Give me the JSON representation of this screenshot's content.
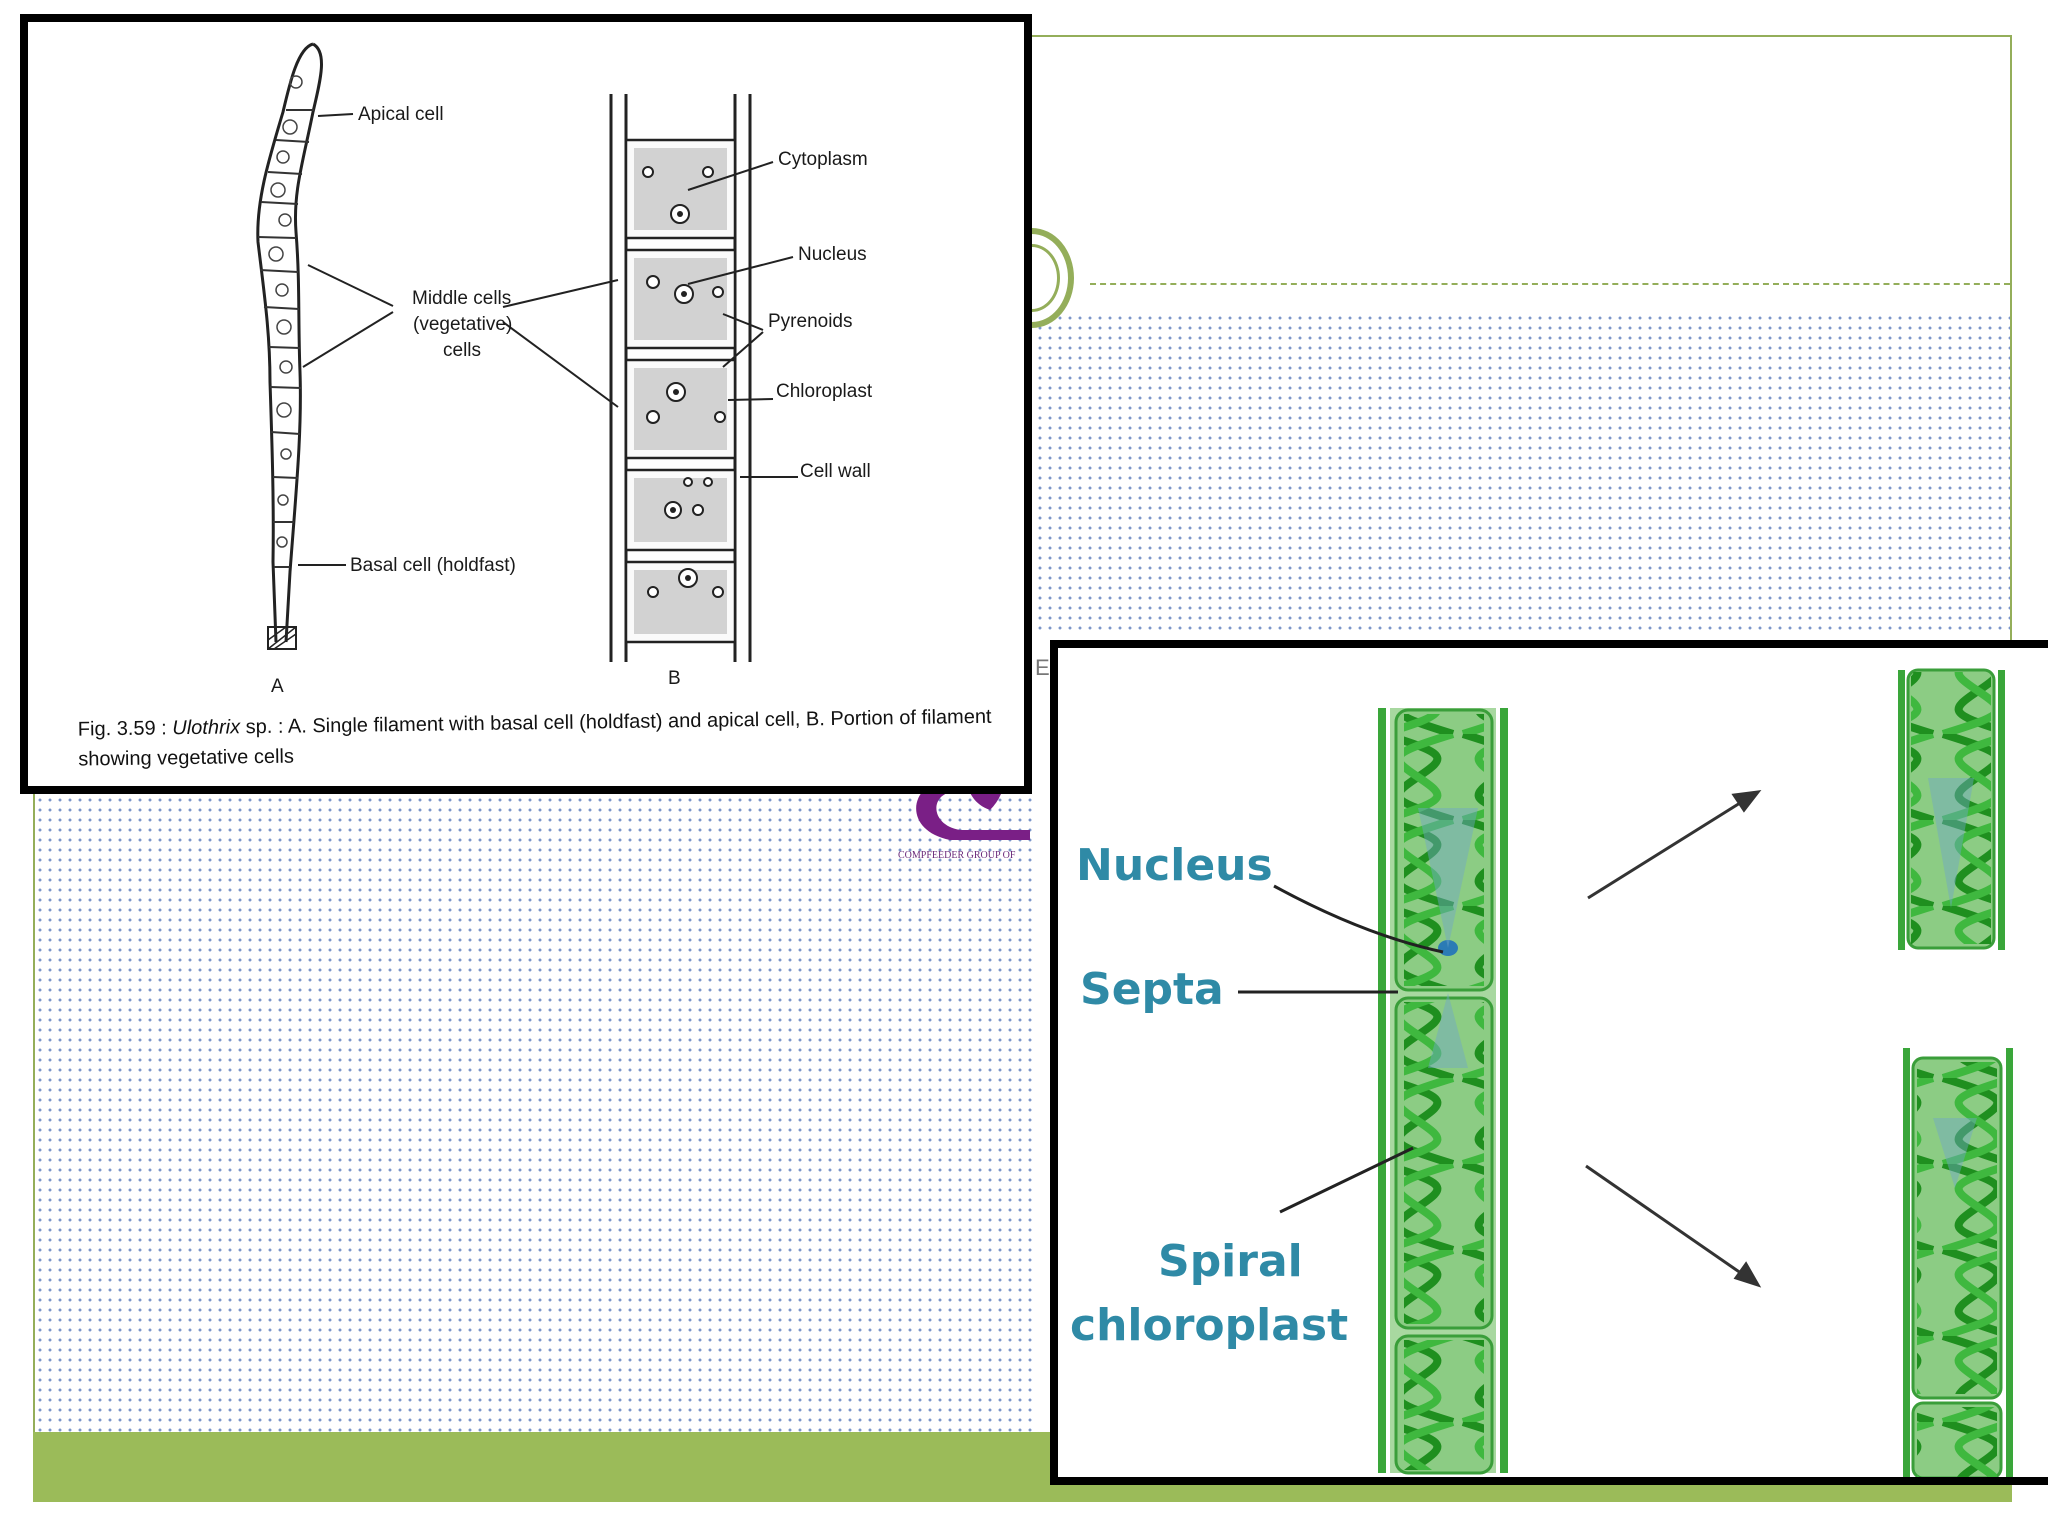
{
  "figure1": {
    "labels": {
      "apical": "Apical cell",
      "middle1": "Middle cells",
      "middle2": "(vegetative)",
      "middle3": "cells",
      "basal": "Basal cell (holdfast)",
      "cytoplasm": "Cytoplasm",
      "nucleus": "Nucleus",
      "pyrenoids": "Pyrenoids",
      "chloroplast": "Chloroplast",
      "cellwall": "Cell wall",
      "partA": "A",
      "partB": "B"
    },
    "caption": {
      "fig_no": "Fig. 3.59 :",
      "genus": "Ulothrix",
      "text": "sp. : A. Single filament with basal cell (holdfast) and apical cell, B. Portion of filament showing vegetative cells"
    }
  },
  "figure2": {
    "labels": {
      "nucleus": "Nucleus",
      "septa": "Septa",
      "spiral": "Spiral",
      "chloroplast": "chloroplast"
    }
  },
  "slide": {
    "footer_text": "COMPFEEDER GROUP OF",
    "edge_fragment": "Ec"
  },
  "colors": {
    "accent_green": "#9bbb59",
    "label_blue": "#2f8aa6",
    "chloroplast_green": "#2e9e2e"
  }
}
